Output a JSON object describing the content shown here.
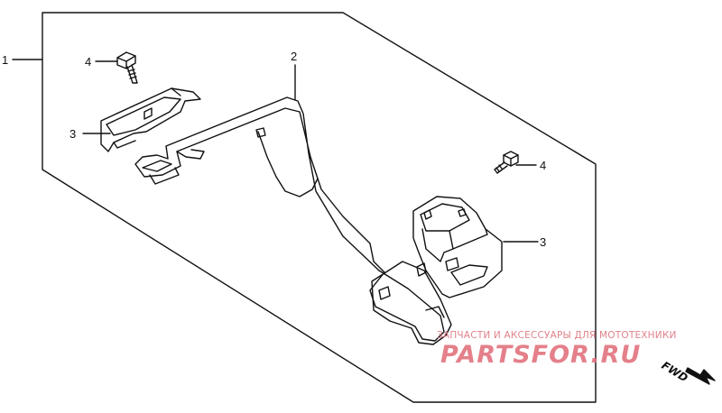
{
  "diagram": {
    "callouts": {
      "assembly": "1",
      "pedal": "2",
      "bracket_left": "3",
      "bracket_right": "3",
      "bolt_left": "4",
      "bolt_right": "4"
    },
    "direction_label": "FWD",
    "colors": {
      "line": "#111111",
      "watermark": "#e06a76"
    }
  },
  "watermark": {
    "caption": "ЗАПЧАСТИ И АКСЕССУАРЫ ДЛЯ МОТОТЕХНИКИ",
    "logo_text": "PARTSFOR.RU"
  }
}
